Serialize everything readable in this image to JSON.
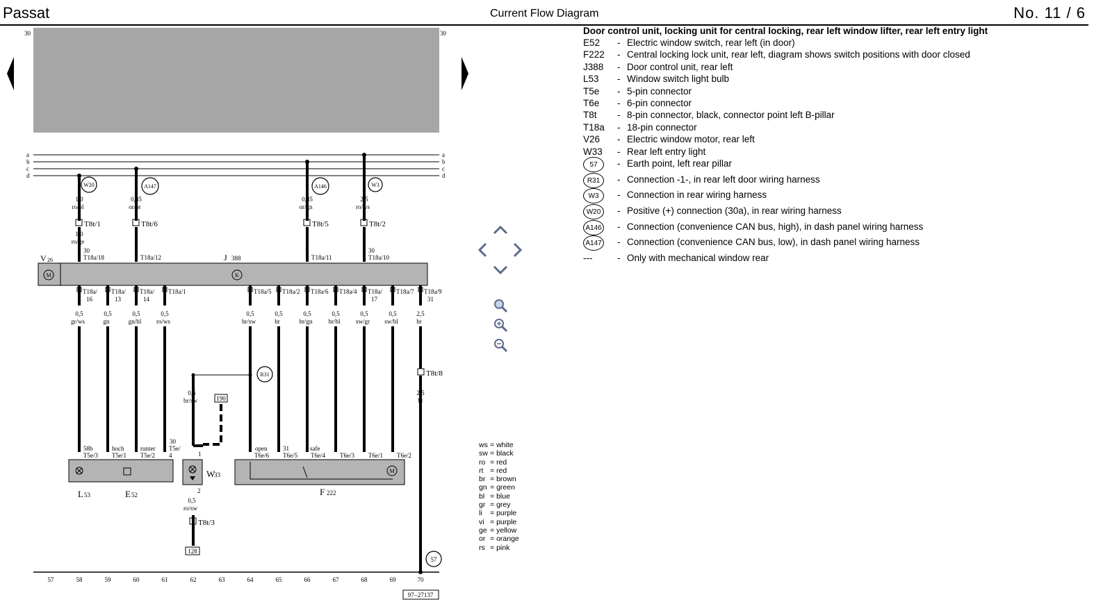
{
  "header": {
    "model": "Passat",
    "title": "Current Flow Diagram",
    "page_number": "No.  11 / 6"
  },
  "legend": {
    "heading": "Door control unit, locking unit for central locking, rear left window lifter, rear left entry light",
    "items": [
      {
        "code": "E52",
        "desc": "Electric window switch, rear left (in door)"
      },
      {
        "code": "F222",
        "desc": "Central locking lock unit, rear left, diagram shows switch positions with door closed"
      },
      {
        "code": "J388",
        "desc": "Door control unit, rear left"
      },
      {
        "code": "L53",
        "desc": "Window switch light bulb"
      },
      {
        "code": "T5e",
        "desc": "5-pin connector"
      },
      {
        "code": "T6e",
        "desc": "6-pin connector"
      },
      {
        "code": "T8t",
        "desc": "8-pin connector, black, connector point left B-pillar"
      },
      {
        "code": "T18a",
        "desc": "18-pin connector"
      },
      {
        "code": "V26",
        "desc": "Electric window motor, rear left"
      },
      {
        "code": "W33",
        "desc": "Rear left entry light"
      }
    ],
    "circle_items": [
      {
        "code": "57",
        "desc": "Earth point, left rear pillar"
      },
      {
        "code": "R31",
        "desc": "Connection -1-, in rear left door wiring harness"
      },
      {
        "code": "W3",
        "desc": "Connection in rear wiring harness"
      },
      {
        "code": "W20",
        "desc": "Positive (+) connection (30a), in rear wiring harness"
      },
      {
        "code": "A146",
        "desc": "Connection (convenience CAN bus, high), in dash panel wiring harness"
      },
      {
        "code": "A147",
        "desc": "Connection (convenience CAN bus, low), in dash panel wiring harness"
      }
    ],
    "dash_item": {
      "code": "---",
      "desc": "Only with mechanical window rear"
    }
  },
  "color_codes": [
    {
      "code": "ws",
      "name": "white"
    },
    {
      "code": "sw",
      "name": "black"
    },
    {
      "code": "ro",
      "name": "red"
    },
    {
      "code": "rt",
      "name": "red"
    },
    {
      "code": "br",
      "name": "brown"
    },
    {
      "code": "gn",
      "name": "green"
    },
    {
      "code": "bl",
      "name": "blue"
    },
    {
      "code": "gr",
      "name": "grey"
    },
    {
      "code": "li",
      "name": "purple"
    },
    {
      "code": "vi",
      "name": "purple"
    },
    {
      "code": "ge",
      "name": "yellow"
    },
    {
      "code": "or",
      "name": "orange"
    },
    {
      "code": "rs",
      "name": "pink"
    }
  ],
  "diagram": {
    "terminal_30": "30",
    "bus_labels": [
      "a",
      "b",
      "c",
      "d"
    ],
    "bus_circles": [
      "W20",
      "A147",
      "A146",
      "W3"
    ],
    "top_wires": [
      {
        "size": "1,0",
        "color": "ro/bl",
        "conn": "T8t/1"
      },
      {
        "size": "0,35",
        "color": "or/br",
        "conn": "T8t/6"
      },
      {
        "size": "0,35",
        "color": "or/gn",
        "conn": "T8t/5"
      },
      {
        "size": "2,5",
        "color": "ro/ws",
        "conn": "T8t/2"
      }
    ],
    "v26_wire": {
      "size": "1,0",
      "color": "ro/ge",
      "term": "30",
      "pin": "T18a/18"
    },
    "unit_pins_top": [
      "T18a/12",
      "T18a/11",
      "T18a/10"
    ],
    "unit_pin_top_30": "30",
    "unit_label": "J",
    "unit_sub": "388",
    "unit_symbol": "K",
    "v26_label": "V",
    "v26_sub": "26",
    "motor_symbol": "M",
    "bottom_pins": [
      {
        "pin": "T18a/",
        "pin2": "16",
        "size": "0,5",
        "color": "gr/ws"
      },
      {
        "pin": "T18a/",
        "pin2": "13",
        "size": "0,5",
        "color": "gn"
      },
      {
        "pin": "T18a/",
        "pin2": "14",
        "size": "0,5",
        "color": "gn/bl"
      },
      {
        "pin": "T18a/1",
        "pin2": "",
        "size": "0,5",
        "color": "ro/ws"
      },
      {
        "pin": "T18a/5",
        "pin2": "",
        "size": "0,5",
        "color": "br/sw"
      },
      {
        "pin": "T18a/2",
        "pin2": "",
        "size": "0,5",
        "color": "br"
      },
      {
        "pin": "T18a/6",
        "pin2": "",
        "size": "0,5",
        "color": "br/gn"
      },
      {
        "pin": "T18a/4",
        "pin2": "",
        "size": "0,5",
        "color": "br/bl"
      },
      {
        "pin": "T18a/",
        "pin2": "17",
        "size": "0,5",
        "color": "sw/gr"
      },
      {
        "pin": "T18a/7",
        "pin2": "",
        "size": "0,5",
        "color": "sw/bl"
      },
      {
        "pin": "T18a/9",
        "pin2": "31",
        "size": "2,5",
        "color": "br"
      }
    ],
    "r31": "R31",
    "w33_wire": {
      "size": "0,5",
      "color": "br/sw"
    },
    "ref_190": "190",
    "ref_128": "128",
    "t8t8": "T8t/8",
    "t8t8_wire": {
      "size": "2,5",
      "color": "br"
    },
    "t8t3": "T8t/3",
    "w33_bottom_wire": {
      "size": "0,5",
      "color": "ro/sw"
    },
    "earth_57": "57",
    "e52_pins": [
      {
        "func": "58b",
        "pin": "T5e/3"
      },
      {
        "func": "hoch",
        "pin": "T5e/1"
      },
      {
        "func": "runter",
        "pin": "T5e/2"
      },
      {
        "func": "30",
        "pin": "T5e/",
        "pin2": "4"
      }
    ],
    "w33_pins": [
      "1",
      "2"
    ],
    "f222_pins": [
      {
        "func": "open",
        "pin": "T6e/6"
      },
      {
        "func": "31",
        "pin": "T6e/5"
      },
      {
        "func": "safe",
        "pin": "T6e/4"
      },
      {
        "func": "",
        "pin": "T6e/3"
      },
      {
        "func": "",
        "pin": "T6e/1"
      },
      {
        "func": "",
        "pin": "T6e/2"
      }
    ],
    "components": {
      "l53": "L",
      "l53_sub": "53",
      "e52": "E",
      "e52_sub": "52",
      "w33": "W",
      "w33_sub": "33",
      "f222": "F",
      "f222_sub": "222"
    },
    "tracks": [
      "57",
      "58",
      "59",
      "60",
      "61",
      "62",
      "63",
      "64",
      "65",
      "66",
      "67",
      "68",
      "69",
      "70"
    ],
    "drawing_number": "97 –27137"
  },
  "controls": {
    "nav_prev": "previous-page",
    "nav_next": "next-page",
    "pan": [
      "pan-up",
      "pan-left",
      "pan-right",
      "pan-down"
    ],
    "zoom": [
      "zoom-fit",
      "zoom-in",
      "zoom-out"
    ]
  }
}
